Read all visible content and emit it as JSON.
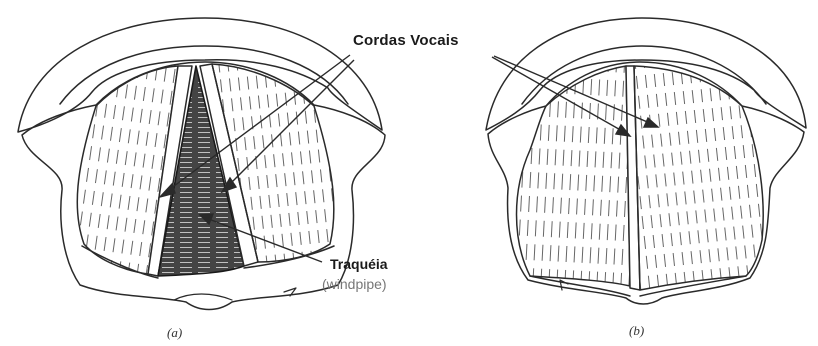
{
  "labels": {
    "vocal_cords": "Cordas Vocais",
    "trachea": "Traquéia",
    "windpipe": "(windpipe)",
    "panel_a": "(a)",
    "panel_b": "(b)"
  },
  "colors": {
    "ink": "#2a2a2a",
    "trachea_fill": "#3a3a3a",
    "hatch": "#555555",
    "background": "#ffffff"
  }
}
